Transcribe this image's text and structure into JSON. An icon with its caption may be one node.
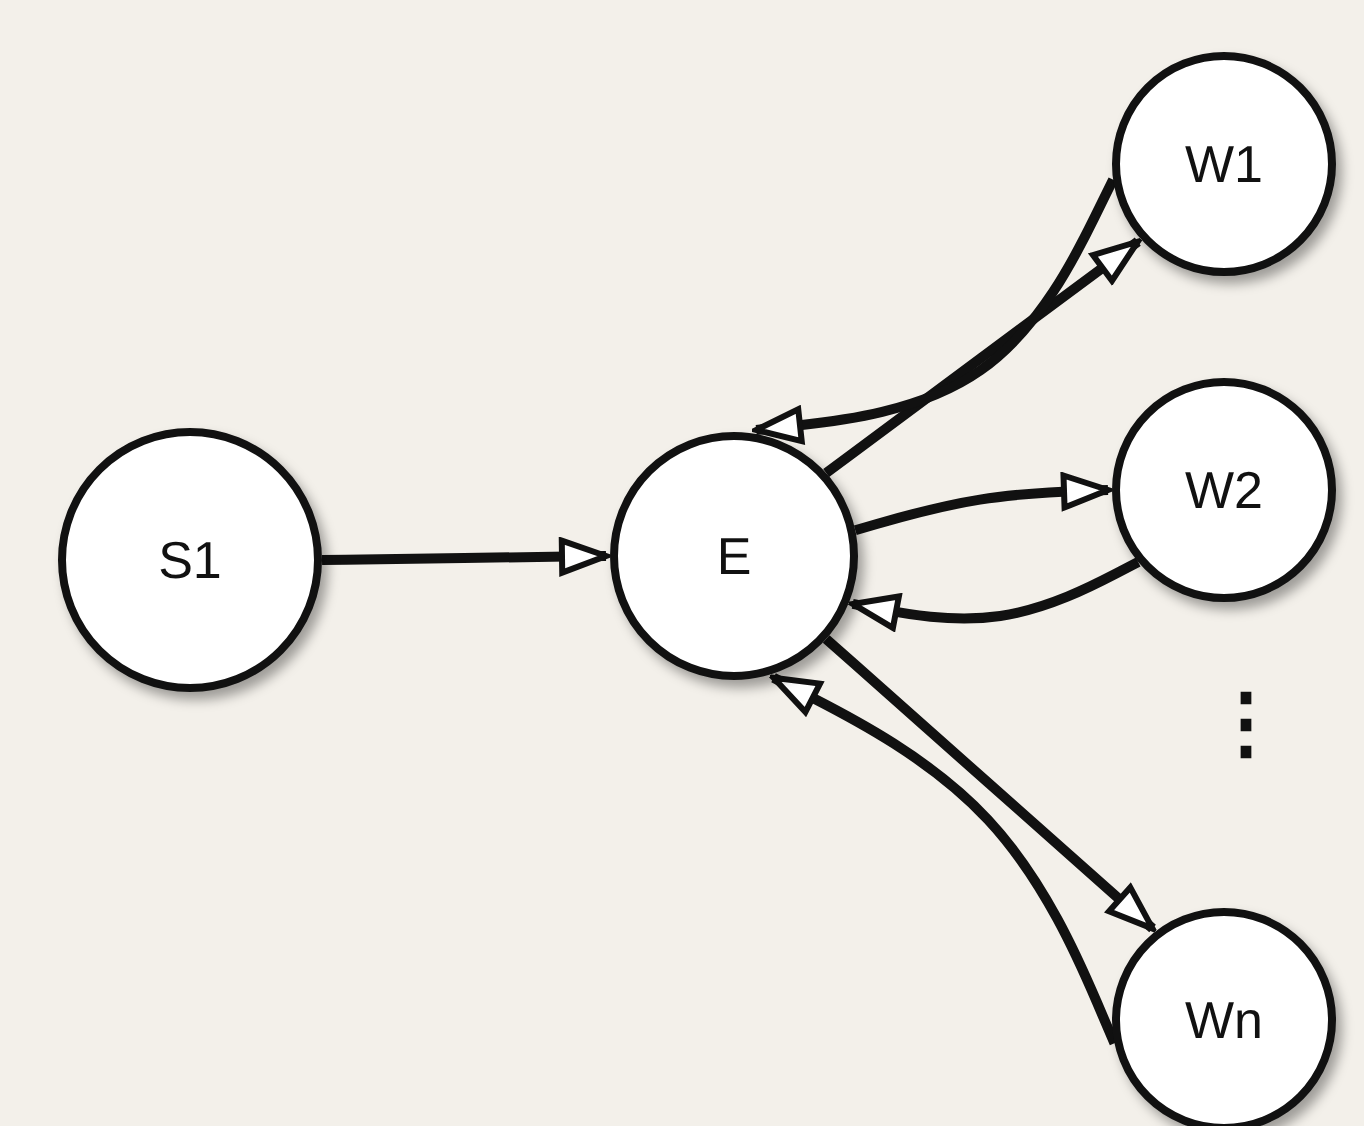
{
  "diagram": {
    "nodes": [
      {
        "text": [
          "S1"
        ]
      },
      {
        "text": [
          "E"
        ]
      },
      {
        "text": [
          "W1"
        ]
      },
      {
        "text": [
          "W2"
        ]
      },
      {
        "text": [
          "Wn"
        ]
      }
    ],
    "edges": [
      {
        "from": 0,
        "to": 1,
        "arrow": "to"
      },
      {
        "from": 1,
        "to": 2,
        "arrow": "to"
      },
      {
        "from": 2,
        "to": 1,
        "arrow": "to"
      },
      {
        "from": 1,
        "to": 3,
        "arrow": "to"
      },
      {
        "from": 3,
        "to": 1,
        "arrow": "to"
      },
      {
        "from": 1,
        "to": 4,
        "arrow": "to"
      },
      {
        "from": 4,
        "to": 1,
        "arrow": "to"
      }
    ],
    "labels": [
      "⋮"
    ]
  }
}
